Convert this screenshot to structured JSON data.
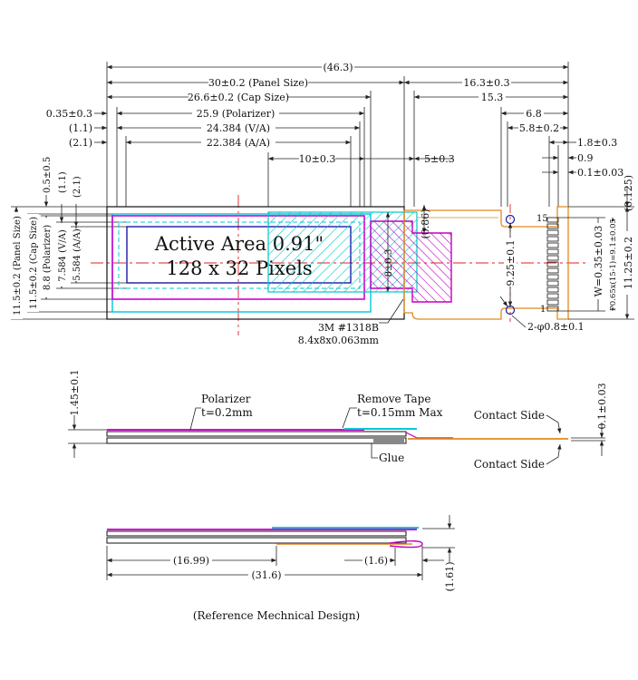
{
  "colors": {
    "outline": "#111111",
    "polarizer": "#d000d0",
    "cap": "#00c8d8",
    "active_area": "#1a1aa8",
    "fpc": "#e08a1e",
    "tape": "#c000c0",
    "hatch": "#00c8c8",
    "centerline": "#e02020"
  },
  "top_view": {
    "dims_horizontal": {
      "overall": "(46.3)",
      "panel_size": "30±0.2 (Panel Size)",
      "cap_size": "26.6±0.2 (Cap Size)",
      "polarizer": "25.9 (Polarizer)",
      "va": "24.384 (V/A)",
      "aa": "22.384 (A/A)",
      "left_035": "0.35±0.3",
      "left_11": "(1.1)",
      "left_21": "(2.1)",
      "d_16_3": "16.3±0.3",
      "d_15_3": "15.3",
      "d_6_8": "6.8",
      "d_5_8": "5.8±0.2",
      "d_1_8": "1.8±0.3",
      "d_0_9": "0.9",
      "d_0_1": "0.1±0.03",
      "d_10": "10±0.3",
      "d_5": "5±0.3"
    },
    "dims_vertical": {
      "panel": "11.5±0.2 (Panel Size)",
      "cap": "11.5±0.2 (Cap Size)",
      "polarizer": "8.8 (Polarizer)",
      "va": "7.584 (V/A)",
      "aa": "5.584 (A/A)",
      "top_05": "0.5±0.5",
      "top_11": "(1.1)",
      "top_21": "(2.1)",
      "right_0125": "(0.125)",
      "h_0_86": "(0.86)",
      "h_8": "8±0.3",
      "h_9_25": "9.25±0.1",
      "w_pitch": "W=0.35±0.03",
      "p_pitch": "P0.65x(15-1)=9.1±0.05",
      "h_11_25": "11.25±0.2"
    },
    "active_area_line1": "Active Area 0.91\"",
    "active_area_line2": "128 x 32 Pixels",
    "tape_label_1": "3M #1318B",
    "tape_label_2": "8.4x8x0.063mm",
    "holes_label": "2-φ0.8±0.1",
    "pin_15": "15",
    "pin_1": "1"
  },
  "side_view": {
    "thickness": "1.45±0.1",
    "polarizer_label": "Polarizer",
    "polarizer_t": "t=0.2mm",
    "tape_label": "Remove Tape",
    "tape_t": "t=0.15mm Max",
    "glue_label": "Glue",
    "contact_side_top": "Contact Side",
    "contact_side_bottom": "Contact Side",
    "fpc_thickness": "0.1±0.03"
  },
  "bottom_view": {
    "d_16_99": "(16.99)",
    "d_1_6": "(1.6)",
    "d_31_6": "(31.6)",
    "d_1_61": "(1.61)"
  },
  "caption": "(Reference Mechnical Design)"
}
